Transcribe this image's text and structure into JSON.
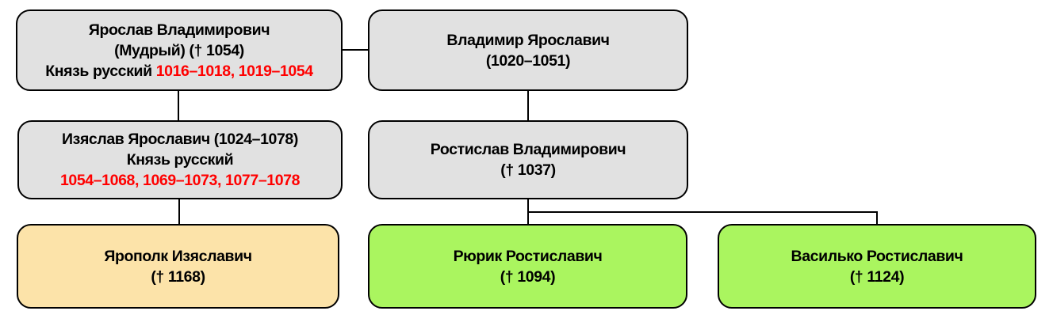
{
  "diagram_title": "Family tree of Yaroslav the Wise descendants",
  "colors": {
    "gray": "#e1e1e1",
    "orange": "#fce3a9",
    "green": "#aaf55f",
    "border": "#000000",
    "text": "#000000",
    "red": "#ff0000",
    "background": "#ffffff"
  },
  "nodes": {
    "yaroslav": {
      "line1": "Ярослав Владимирович",
      "line2": "(Мудрый) († 1054)",
      "line3_prefix": "Князь русский ",
      "line3_dates": "1016–1018, 1019–1054",
      "fill": "gray"
    },
    "vladimir": {
      "line1": "Владимир Ярославич",
      "line2": "(1020–1051)",
      "fill": "gray"
    },
    "izyaslav": {
      "line1": "Изяслав Ярославич (1024–1078)",
      "line2": "Князь русский",
      "line3_dates": "1054–1068, 1069–1073, 1077–1078",
      "fill": "gray"
    },
    "rostislav": {
      "line1": "Ростислав Владимирович",
      "line2": "(† 1037)",
      "fill": "gray"
    },
    "yaropolk": {
      "line1": "Ярополк Изяславич",
      "line2": "(† 1168)",
      "fill": "orange"
    },
    "rurik": {
      "line1": "Рюрик Ростиславич",
      "line2": "(† 1094)",
      "fill": "green"
    },
    "vasilko": {
      "line1": "Василько Ростиславич",
      "line2": "(† 1124)",
      "fill": "green"
    }
  },
  "edges": [
    {
      "from": "yaroslav",
      "to": "vladimir"
    },
    {
      "from": "yaroslav",
      "to": "izyaslav"
    },
    {
      "from": "vladimir",
      "to": "rostislav"
    },
    {
      "from": "izyaslav",
      "to": "yaropolk"
    },
    {
      "from": "rostislav",
      "to": "rurik"
    },
    {
      "from": "rostislav",
      "to": "vasilko"
    }
  ]
}
